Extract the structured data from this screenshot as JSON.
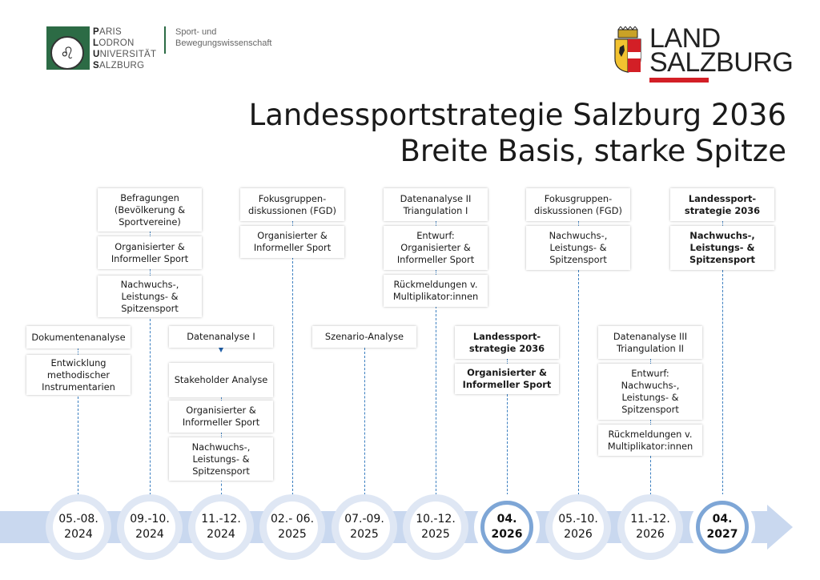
{
  "header": {
    "plus_logo": {
      "lines": [
        {
          "initial": "P",
          "rest": "ARIS"
        },
        {
          "initial": "L",
          "rest": "ODRON"
        },
        {
          "initial": "U",
          "rest": "NIVERSITÄT"
        },
        {
          "initial": "S",
          "rest": "ALZBURG"
        }
      ],
      "department_line1": "Sport- und",
      "department_line2": "Bewegungswissenschaft"
    },
    "land_logo": {
      "line1": "LAND",
      "line2": "SALZBURG",
      "bar_color": "#d31f26"
    },
    "title_line1": "Landessportstrategie Salzburg 2036",
    "title_line2": "Breite Basis, starke Spitze"
  },
  "colors": {
    "accent": "#3b7fc0",
    "band": "#c9d8ef",
    "highlight_ring": "#7ea6d6"
  },
  "timeline": [
    {
      "date1": "05.-08.",
      "date2": "2024",
      "highlight": false
    },
    {
      "date1": "09.-10.",
      "date2": "2024",
      "highlight": false
    },
    {
      "date1": "11.-12.",
      "date2": "2024",
      "highlight": false
    },
    {
      "date1": "02.- 06.",
      "date2": "2025",
      "highlight": false
    },
    {
      "date1": "07.-09.",
      "date2": "2025",
      "highlight": false
    },
    {
      "date1": "10.-12.",
      "date2": "2025",
      "highlight": false
    },
    {
      "date1": "04.",
      "date2": "2026",
      "highlight": true
    },
    {
      "date1": "05.-10.",
      "date2": "2026",
      "highlight": false
    },
    {
      "date1": "11.-12.",
      "date2": "2026",
      "highlight": false
    },
    {
      "date1": "04.",
      "date2": "2027",
      "highlight": true
    }
  ],
  "boxes": {
    "c1": {
      "a": "Dokumentenanalyse",
      "b": "Entwicklung methodischer Instrumentarien"
    },
    "c2": {
      "a": "Befragungen (Bevölkerung & Sportvereine)",
      "b": "Organisierter & Informeller Sport",
      "c": "Nachwuchs-, Leistungs- & Spitzensport"
    },
    "c3": {
      "a": "Datenanalyse I",
      "b": "Stakeholder Analyse",
      "c": "Organisierter & Informeller Sport",
      "d": "Nachwuchs-, Leistungs- & Spitzensport"
    },
    "c4": {
      "a": "Fokusgruppen-diskussionen (FGD)",
      "b": "Organisierter & Informeller Sport"
    },
    "c5": {
      "a": "Szenario-Analyse"
    },
    "c6": {
      "a": "Datenanalyse II Triangulation I",
      "b": "Entwurf: Organisierter & Informeller Sport",
      "c": "Rückmeldungen v. Multiplikator:innen"
    },
    "c7": {
      "a": "Landessport-strategie 2036",
      "b": "Organisierter & Informeller Sport"
    },
    "c8": {
      "a": "Fokusgruppen-diskussionen (FGD)",
      "b": "Nachwuchs-, Leistungs- & Spitzensport"
    },
    "c9": {
      "a": "Datenanalyse III Triangulation II",
      "b": "Entwurf: Nachwuchs-, Leistungs- & Spitzensport",
      "c": "Rückmeldungen v. Multiplikator:innen"
    },
    "c10": {
      "a": "Landessport-strategie 2036",
      "b": "Nachwuchs-, Leistungs- & Spitzensport"
    }
  }
}
